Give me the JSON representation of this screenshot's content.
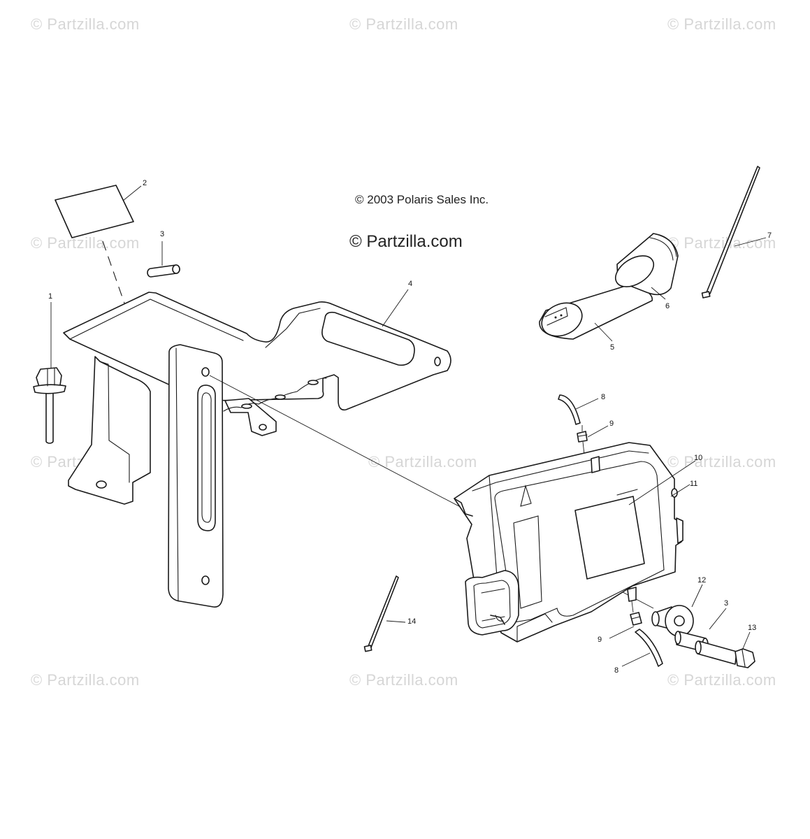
{
  "watermark": "© Partzilla.com",
  "copyright": "© 2003 Polaris Sales Inc.",
  "brand": "© Partzilla.com",
  "callouts": {
    "c1": "1",
    "c2": "2",
    "c3a": "3",
    "c3b": "3",
    "c4": "4",
    "c5": "5",
    "c6": "6",
    "c7": "7",
    "c8a": "8",
    "c8b": "8",
    "c9a": "9",
    "c9b": "9",
    "c10": "10",
    "c11": "11",
    "c12": "12",
    "c13": "13",
    "c14": "14"
  }
}
